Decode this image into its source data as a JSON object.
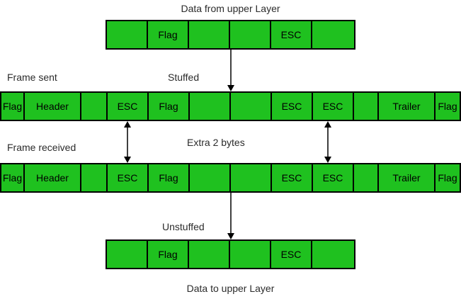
{
  "labels": {
    "data_from_upper": "Data from upper Layer",
    "frame_sent": "Frame sent",
    "stuffed": "Stuffed",
    "frame_received": "Frame received",
    "extra_bytes": "Extra 2 bytes",
    "unstuffed": "Unstuffed",
    "data_to_upper": "Data to upper Layer"
  },
  "colors": {
    "cell_fill": "#1FC11F",
    "cell_border": "#000000",
    "label_text": "#2b2b2b",
    "arrow": "#000000",
    "arrow_line": "#3f3f3f"
  },
  "bars": {
    "upper_data": {
      "cells": [
        "",
        "Flag",
        "",
        "",
        "ESC",
        ""
      ]
    },
    "frame_sent": {
      "cells": [
        "Flag",
        "Header",
        "",
        "ESC",
        "Flag",
        "",
        "",
        "ESC",
        "ESC",
        "",
        "Trailer",
        "Flag"
      ]
    },
    "frame_received": {
      "cells": [
        "Flag",
        "Header",
        "",
        "ESC",
        "Flag",
        "",
        "",
        "ESC",
        "ESC",
        "",
        "Trailer",
        "Flag"
      ]
    },
    "lower_data": {
      "cells": [
        "",
        "Flag",
        "",
        "",
        "ESC",
        ""
      ]
    }
  }
}
